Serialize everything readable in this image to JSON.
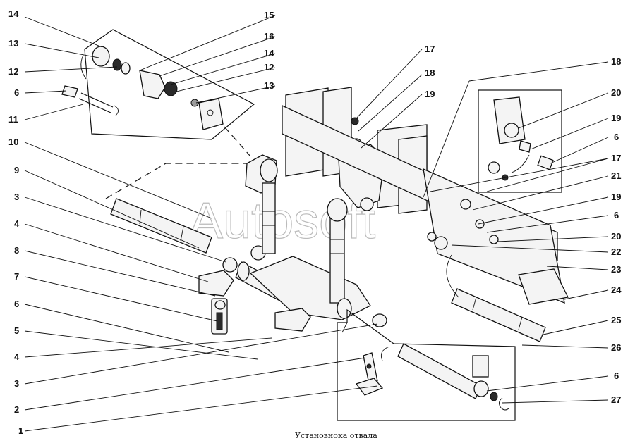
{
  "caption": "Установнока отвала",
  "watermark": "Autosoft",
  "callouts": {
    "left": [
      "14",
      "13",
      "12",
      "6",
      "11",
      "10",
      "9",
      "3",
      "4",
      "8",
      "7",
      "6",
      "5",
      "4",
      "3",
      "2",
      "1"
    ],
    "upper": [
      "15",
      "16",
      "14",
      "12",
      "13"
    ],
    "mid": [
      "17",
      "18",
      "19"
    ],
    "right": [
      "18",
      "20",
      "19",
      "6",
      "17",
      "21",
      "19",
      "6",
      "20",
      "22",
      "23",
      "24",
      "25",
      "26",
      "6",
      "27"
    ]
  }
}
